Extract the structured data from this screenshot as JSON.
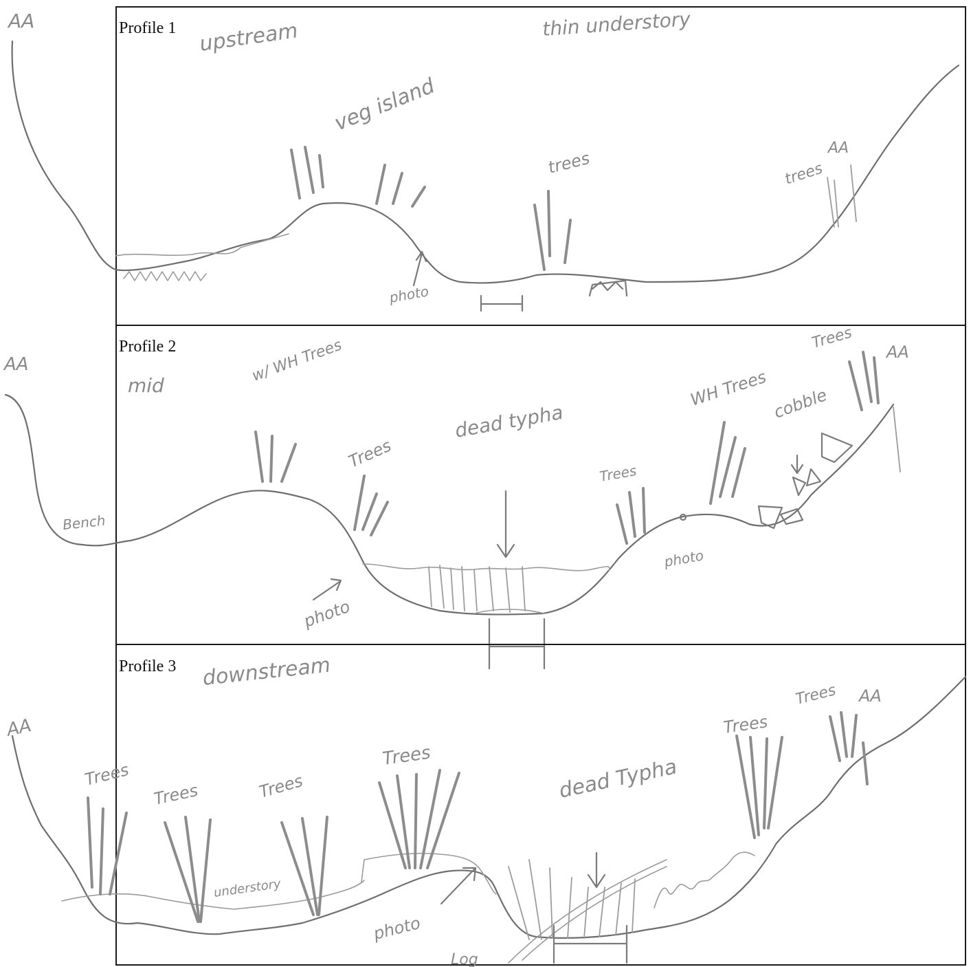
{
  "profiles": [
    {
      "title": "Profile 1",
      "notes": {
        "upstream": "upstream",
        "understory": "thin understory",
        "veg_island": "veg island",
        "trees_mid": "trees",
        "trees_right": "trees",
        "aa_left": "AA",
        "aa_right": "AA",
        "photo": "photo"
      }
    },
    {
      "title": "Profile 2",
      "notes": {
        "position": "mid",
        "aa_left": "AA",
        "bench": "Bench",
        "wh_trees_left": "w/ WH Trees",
        "trees_left": "Trees",
        "dead_typha": "dead typha",
        "trees_mid": "Trees",
        "wh_trees_right": "WH Trees",
        "cobble": "cobble",
        "trees_right": "Trees",
        "aa_right": "AA",
        "photo_bank": "photo",
        "photo_channel": "photo"
      }
    },
    {
      "title": "Profile 3",
      "notes": {
        "position": "downstream",
        "aa_left": "AA",
        "trees_1": "Trees",
        "trees_2": "Trees",
        "trees_3": "Trees",
        "trees_4": "Trees",
        "understory": "understory",
        "dead_typha": "dead Typha",
        "trees_5": "Trees",
        "trees_6": "Trees",
        "aa_right": "AA",
        "photo": "photo",
        "log": "Log"
      }
    }
  ]
}
